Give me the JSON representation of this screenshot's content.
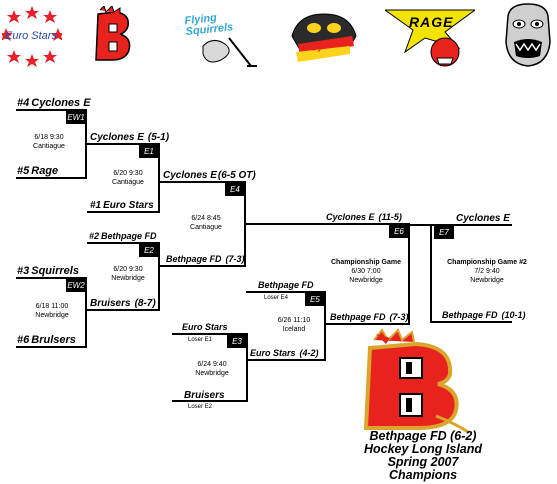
{
  "logos": {
    "eurostars": "Euro Stars",
    "bruisers": "B",
    "squirrels": "Flying Squirrels",
    "cyclones": "Cyclones",
    "rage": "RAGE",
    "bethpage": "B"
  },
  "games": {
    "ew1": {
      "label": "EW1",
      "date": "6/18 9:30",
      "venue": "Cantiague"
    },
    "ew2": {
      "label": "EW2",
      "date": "6/18 11:00",
      "venue": "Newbridge"
    },
    "e1": {
      "label": "E1",
      "date": "6/20 9:30",
      "venue": "Cantiague"
    },
    "e2": {
      "label": "E2",
      "date": "6/20 9:30",
      "venue": "Newbridge"
    },
    "e3": {
      "label": "E3",
      "date": "6/24 9:40",
      "venue": "Newbridge",
      "loser_note": "Loser E1"
    },
    "e4": {
      "label": "E4",
      "date": "6/24 8:45",
      "venue": "Cantiague"
    },
    "e5": {
      "label": "E5",
      "date": "6/26 11:10",
      "venue": "Iceland",
      "loser_note": "Loser E4"
    },
    "e6": {
      "label": "E6",
      "title": "Championship Game",
      "date": "6/30 7:00",
      "venue": "Newbridge"
    },
    "e7": {
      "label": "E7",
      "title": "Championship Game #2",
      "date": "7/2 9:40",
      "venue": "Newbridge"
    },
    "e3_loser2": "Loser E2"
  },
  "teams": {
    "r1_cyclones": {
      "seed": "#4",
      "name": "Cyclones E"
    },
    "r1_rage": {
      "seed": "#5",
      "name": "Rage"
    },
    "r1_squirrels": {
      "seed": "#3",
      "name": "Squirrels"
    },
    "r1_bruisers": {
      "seed": "#6",
      "name": "Brulsers"
    },
    "e1_w": {
      "name": "Cyclones E",
      "record": "(5-1)"
    },
    "e1_eurostars": {
      "seed": "#1",
      "name": "Euro Stars"
    },
    "e2_bethpage": {
      "seed": "#2",
      "name": "Bethpage FD"
    },
    "e2_w": {
      "name": "Bruisers",
      "record": "(8-7)"
    },
    "e4_w": {
      "name": "Cyclones E",
      "record": "(6-5 OT)"
    },
    "e4_bethpage": {
      "name": "Bethpage FD",
      "record": "(7-3)"
    },
    "e3_eurostars": {
      "name": "Euro Stars"
    },
    "e3_bruisers": {
      "name": "Bruisers"
    },
    "e3_w": {
      "name": "Euro Stars",
      "record": "(4-2)"
    },
    "e5_bethpage": {
      "name": "Bethpage FD"
    },
    "e5_w": {
      "name": "Bethpage FD",
      "record": "(7-3)"
    },
    "e6_cyclones": {
      "name": "Cyclones E",
      "record": "(11-5)"
    },
    "e7_cyclones": {
      "name": "Cyclones E"
    },
    "e7_bethpage": {
      "name": "Bethpage FD",
      "record": "(10-1)"
    }
  },
  "champion": {
    "line1": "Bethpage FD (6-2)",
    "line2": "Hockey Long Island",
    "line3": "Spring 2007",
    "line4": "Champions"
  },
  "colors": {
    "bruisers_red": "#e8231d",
    "bethpage_gold": "#d9a52a",
    "euro_red": "#e8202a",
    "euro_blue": "#2a48a8",
    "squirrel_blue": "#35a9d6"
  }
}
